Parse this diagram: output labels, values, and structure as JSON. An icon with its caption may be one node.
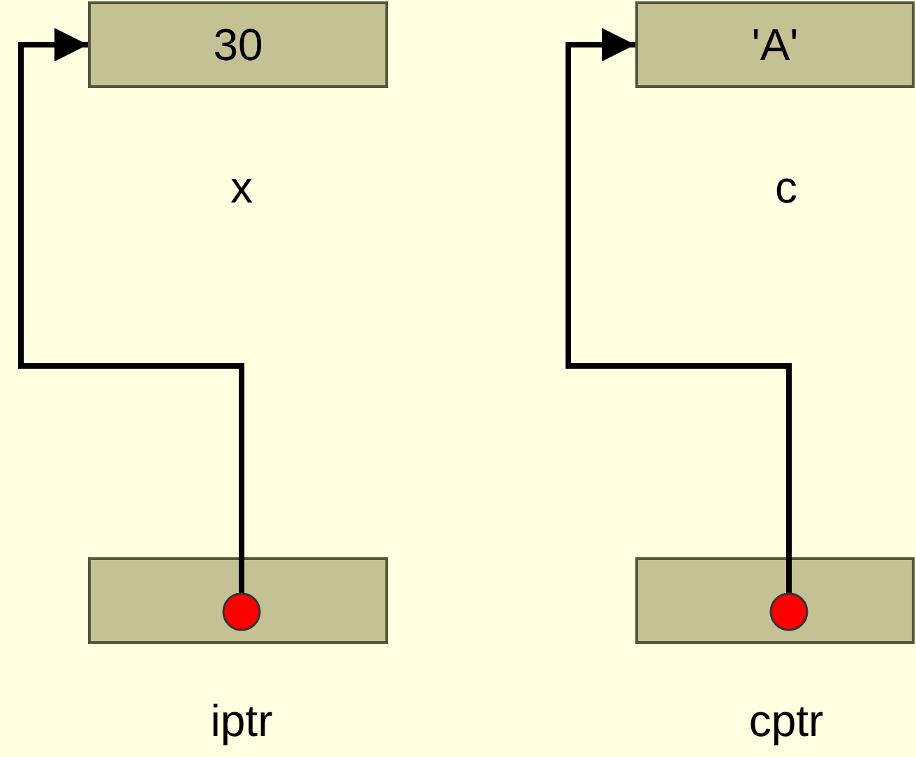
{
  "diagram": {
    "nodes": [
      {
        "text": [
          "30"
        ],
        "beside": [
          "x"
        ]
      },
      {
        "text": [
          "'A'"
        ],
        "beside": [
          "c"
        ]
      },
      {
        "text": [],
        "shape": "box",
        "beside": [
          "iptr"
        ]
      },
      {
        "text": [],
        "shape": "box",
        "beside": [
          "cptr"
        ]
      }
    ],
    "edges": [
      {
        "from": 2,
        "to": 0,
        "arrow": "to"
      },
      {
        "from": 3,
        "to": 1,
        "arrow": "to"
      }
    ]
  }
}
